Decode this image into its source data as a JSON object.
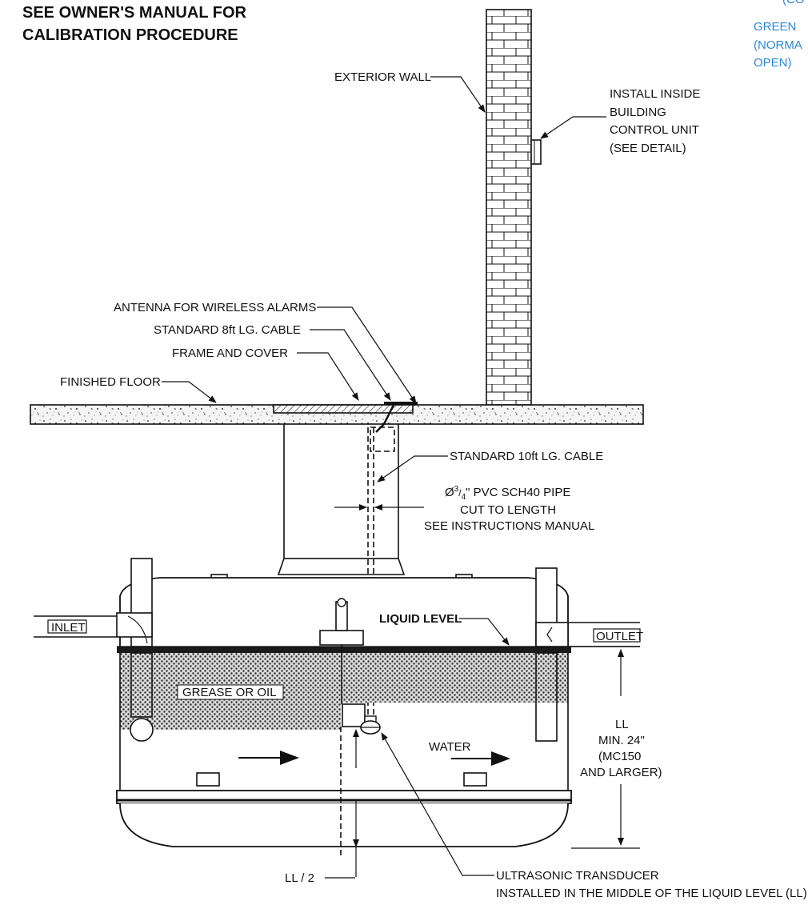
{
  "header": {
    "title_line1": "SEE OWNER'S MANUAL FOR",
    "title_line2": "CALIBRATION PROCEDURE"
  },
  "side_note": {
    "cut_top": "(CO",
    "line1": "GREEN",
    "line2": "(NORMA",
    "line3": "OPEN)",
    "color": "#2b88d8"
  },
  "labels": {
    "exterior_wall": "EXTERIOR WALL",
    "install_inside_1": "INSTALL INSIDE",
    "install_inside_2": "BUILDING",
    "install_inside_3": "CONTROL UNIT",
    "install_inside_4": "(SEE DETAIL)",
    "antenna": "ANTENNA FOR WIRELESS ALARMS",
    "cable_8ft": "STANDARD 8ft LG. CABLE",
    "frame_cover": "FRAME AND COVER",
    "finished_floor": "FINISHED FLOOR",
    "cable_10ft": "STANDARD 10ft LG. CABLE",
    "pipe_symbol": "Ø",
    "pipe_num": "3",
    "pipe_den": "4",
    "pipe_line1": "\" PVC SCH40 PIPE",
    "pipe_line2": "CUT TO LENGTH",
    "pipe_line3": "SEE INSTRUCTIONS MANUAL",
    "inlet": "INLET",
    "outlet": "OUTLET",
    "liquid_level": "LIQUID LEVEL",
    "grease": "GREASE OR OIL",
    "water": "WATER",
    "ll_1": "LL",
    "ll_2": "MIN. 24\"",
    "ll_3": "(MC150",
    "ll_4": "AND LARGER)",
    "ll_half": "LL / 2",
    "transducer_1": "ULTRASONIC TRANSDUCER",
    "transducer_2": "INSTALLED IN THE MIDDLE OF THE LIQUID LEVEL (LL)"
  }
}
